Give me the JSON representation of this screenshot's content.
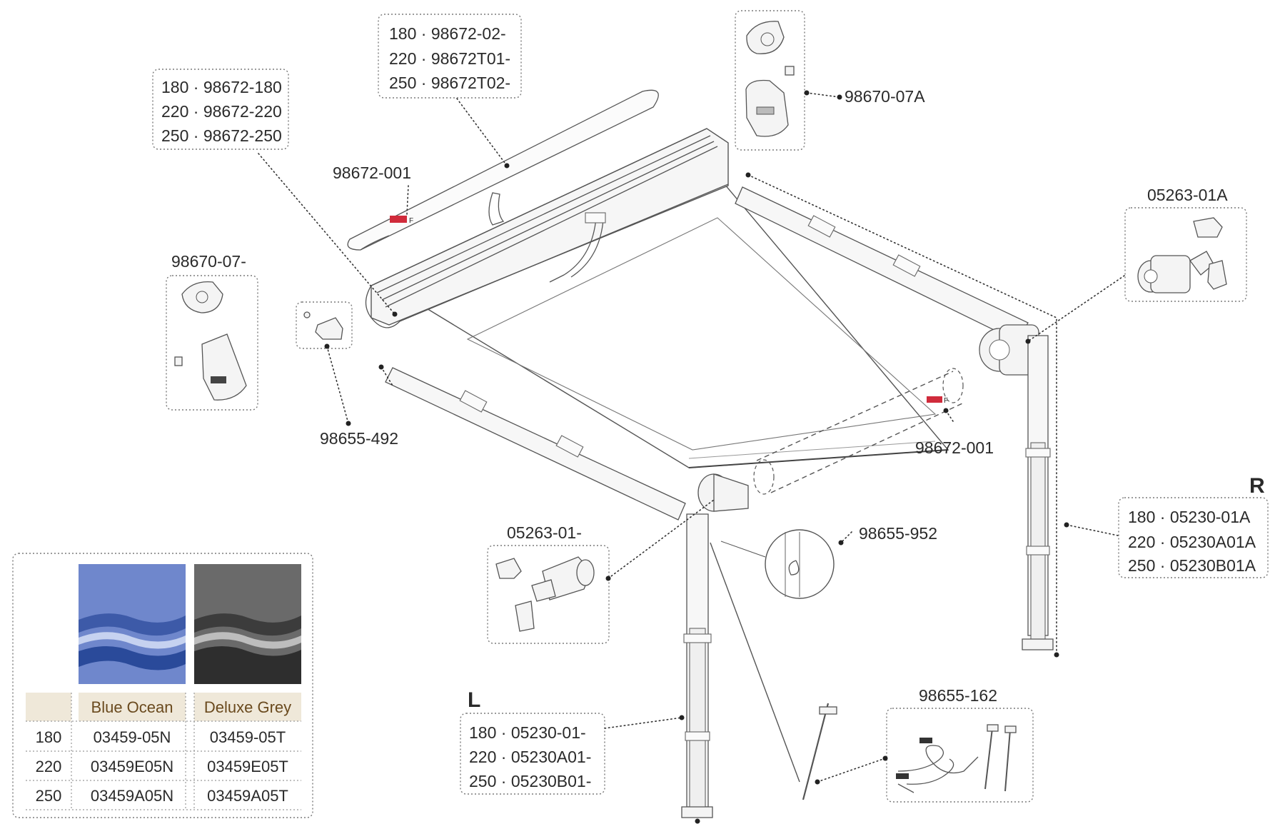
{
  "labels": {
    "box_top_left": [
      "180 · 98672-180",
      "220 · 98672-220",
      "250 · 98672-250"
    ],
    "box_top_mid": [
      "180 · 98672-02-",
      "220 · 98672T01-",
      "250 · 98672T02-"
    ],
    "part_98672_001_top": "98672-001",
    "part_98670_07a": "98670-07A",
    "part_98670_07": "98670-07-",
    "part_05263_01a": "05263-01A",
    "part_98655_492": "98655-492",
    "part_98672_001_bottom": "98672-001",
    "part_05263_01": "05263-01-",
    "part_98655_952": "98655-952",
    "part_98655_162": "98655-162",
    "side_right": "R",
    "box_right": [
      "180 · 05230-01A",
      "220 · 05230A01A",
      "250 · 05230B01A"
    ],
    "side_left": "L",
    "box_left": [
      "180 · 05230-01-",
      "220 · 05230A01-",
      "250 · 05230B01-"
    ]
  },
  "fabric_table": {
    "swatches": [
      {
        "name": "Blue Ocean",
        "base_color": "#6f87cc",
        "stripe_colors": [
          "#3d5aa8",
          "#c6d2f0",
          "#2a4a9a"
        ]
      },
      {
        "name": "Deluxe Grey",
        "base_color": "#6a6a6a",
        "stripe_colors": [
          "#3c3c3c",
          "#bdbdbd",
          "#2e2e2e"
        ]
      }
    ],
    "columns": [
      "",
      "Blue Ocean",
      "Deluxe Grey"
    ],
    "rows": [
      [
        "180",
        "03459-05N",
        "03459-05T"
      ],
      [
        "220",
        "03459E05N",
        "03459E05T"
      ],
      [
        "250",
        "03459A05N",
        "03459A05T"
      ]
    ]
  }
}
